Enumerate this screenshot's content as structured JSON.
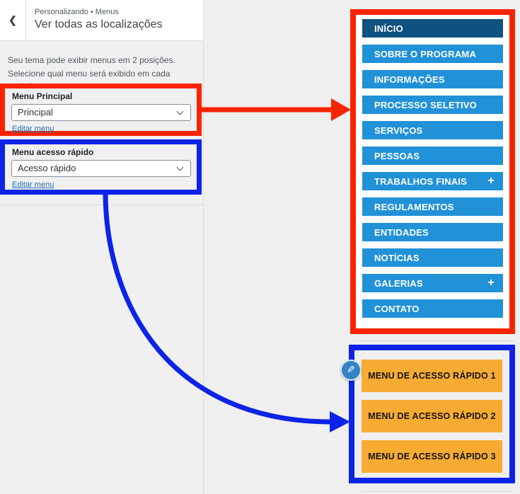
{
  "annotation_colors": {
    "red": "#f92301",
    "blue": "#0c23e8"
  },
  "sidebar": {
    "back_icon": "❮",
    "breadcrumb": "Personalizando • Menus",
    "title": "Ver todas as localizações",
    "description": "Seu tema pode exibir menus em 2 posições. Selecione qual menu será exibido em cada posição.",
    "sections": [
      {
        "label": "Menu Principal",
        "selected": "Principal",
        "link": "Editar menu"
      },
      {
        "label": "Menu acesso rápido",
        "selected": "Acesso rápido",
        "link": "Editar menu"
      }
    ]
  },
  "preview": {
    "main_menu": {
      "colors": {
        "active_bg": "#0e527f",
        "item_bg": "#2191d8",
        "text": "#ffffff"
      },
      "items": [
        {
          "label": "INÍCIO",
          "active": true,
          "expandable": false
        },
        {
          "label": "SOBRE O PROGRAMA",
          "active": false,
          "expandable": false
        },
        {
          "label": "INFORMAÇÕES",
          "active": false,
          "expandable": false
        },
        {
          "label": "PROCESSO SELETIVO",
          "active": false,
          "expandable": false
        },
        {
          "label": "SERVIÇOS",
          "active": false,
          "expandable": false
        },
        {
          "label": "PESSOAS",
          "active": false,
          "expandable": false
        },
        {
          "label": "TRABALHOS FINAIS",
          "active": false,
          "expandable": true
        },
        {
          "label": "REGULAMENTOS",
          "active": false,
          "expandable": false
        },
        {
          "label": "ENTIDADES",
          "active": false,
          "expandable": false
        },
        {
          "label": "NOTÍCIAS",
          "active": false,
          "expandable": false
        },
        {
          "label": "GALERIAS",
          "active": false,
          "expandable": true
        },
        {
          "label": "CONTATO",
          "active": false,
          "expandable": false
        }
      ],
      "expand_icon": "+"
    },
    "quick_menu": {
      "button_bg": "#f7ab33",
      "buttons": [
        "MENU DE ACESSO RÁPIDO 1",
        "MENU DE ACESSO RÁPIDO 2",
        "MENU DE ACESSO RÁPIDO 3"
      ]
    },
    "edit_icon": "✎"
  }
}
